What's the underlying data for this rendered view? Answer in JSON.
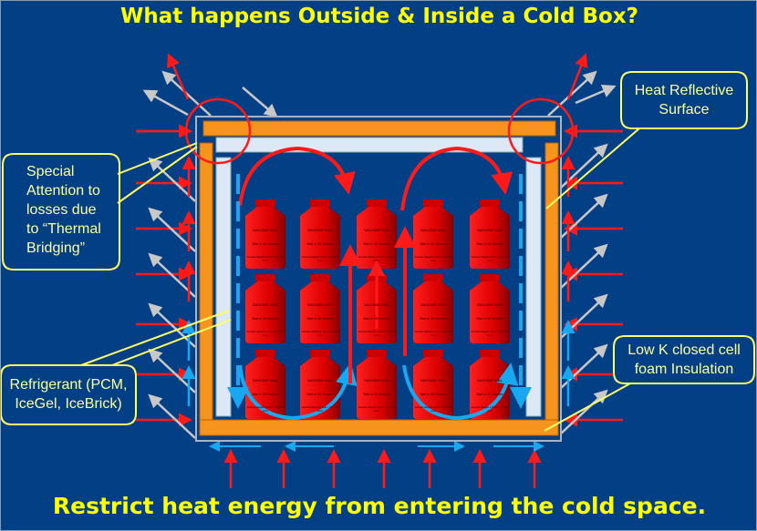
{
  "title": "What happens Outside & Inside a Cold Box?",
  "subtitle": "Restrict heat energy from entering the cold space.",
  "callouts": {
    "thermal_bridging": [
      "Special",
      "Attention to",
      "losses due",
      "to “Thermal",
      "Bridging”"
    ],
    "heat_reflective": [
      "Heat Reflective",
      "Surface"
    ],
    "insulation": [
      "Low K closed cell",
      "foam Insulation"
    ],
    "refrigerant": [
      "Refrigerant (PCM,",
      "IceGel, IceBrick)"
    ]
  },
  "vial": {
    "name": "VACCINE VIAL",
    "dose": "5ml x 10 Doses",
    "size": "Actual Height x Dia = 72 x 32 mm"
  },
  "colors": {
    "background": "#033f85",
    "title": "#ffff00",
    "callout_text": "#ffff99",
    "heat_arrow": "#ff1a1a",
    "cold_arrow": "#19a8f0",
    "radiation_arrow": "#c8c8c8",
    "insulation": "#f7941d",
    "reflective": "#dce8f5",
    "vial": "#dd0000"
  }
}
